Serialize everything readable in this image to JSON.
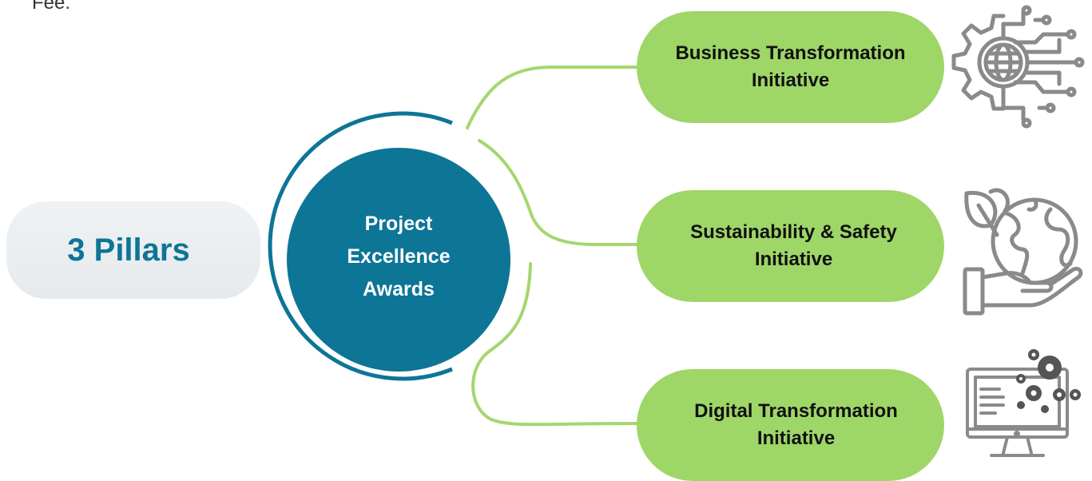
{
  "page": {
    "top_fragment": "Fee."
  },
  "diagram": {
    "left_label": "3 Pillars",
    "center": {
      "lines": [
        "Project",
        "Excellence",
        "Awards"
      ]
    },
    "pillars": [
      {
        "line1": "Business Transformation",
        "line2": "Initiative",
        "icon": "gear-globe-circuit-icon"
      },
      {
        "line1": "Sustainability & Safety",
        "line2": "Initiative",
        "icon": "hand-globe-leaf-icon"
      },
      {
        "line1": "Digital Transformation",
        "line2": "Initiative",
        "icon": "monitor-gears-icon"
      }
    ],
    "colors": {
      "teal": "#0d7596",
      "green": "#9fd668",
      "connector": "#a5d66f",
      "light_box": "#eef2f4",
      "icon_gray": "#8a8a8a"
    }
  }
}
